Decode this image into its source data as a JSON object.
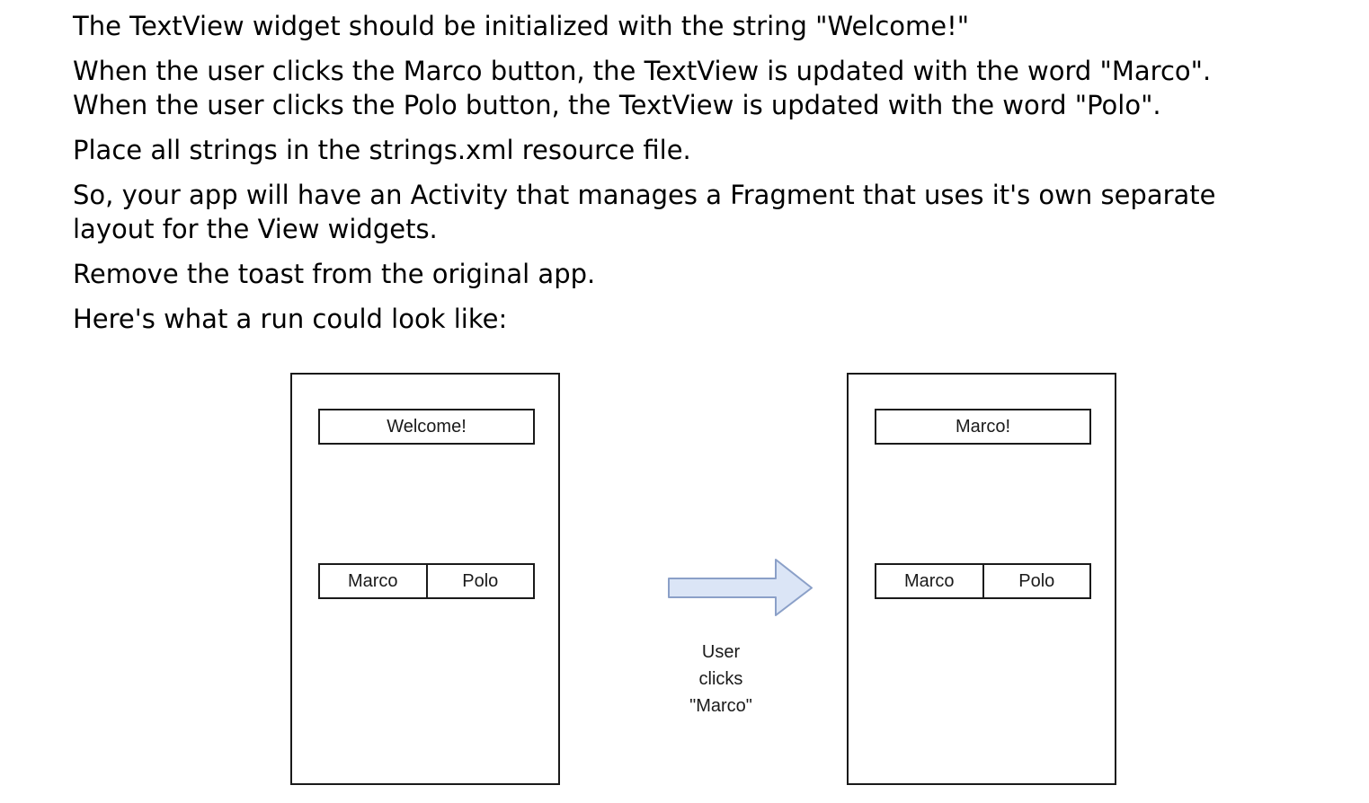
{
  "document": {
    "paragraphs": [
      "The TextView widget should be initialized with the string \"Welcome!\"",
      "When the user clicks the Marco button, the TextView is updated with the word \"Marco\".\nWhen the user clicks the Polo button, the TextView is updated with the word \"Polo\".",
      "Place all strings in the strings.xml resource file.",
      "So, your app will have an Activity that manages a Fragment that uses it's own separate\nlayout for the View widgets.",
      "Remove the toast from the original app.",
      "Here's what a run could look like:"
    ]
  },
  "diagram": {
    "before_screen": {
      "textview_text": "Welcome!",
      "marco_button_label": "Marco",
      "polo_button_label": "Polo"
    },
    "after_screen": {
      "textview_text": "Marco!",
      "marco_button_label": "Marco",
      "polo_button_label": "Polo"
    },
    "arrow_caption": "User\nclicks\n\"Marco\"",
    "colors": {
      "arrow_fill": "#dbe5f6",
      "arrow_stroke": "#8ba0c8",
      "line_color": "#1a1a1a"
    }
  }
}
